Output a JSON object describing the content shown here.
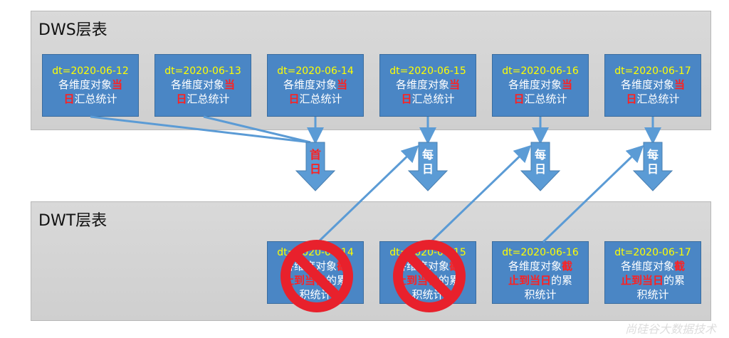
{
  "dws": {
    "title": "DWS层表",
    "boxes": [
      {
        "dt": "dt=2020-06-12",
        "line1": "各维度对象",
        "hl1": "当",
        "hl2": "日",
        "rest": "汇总统计"
      },
      {
        "dt": "dt=2020-06-13",
        "line1": "各维度对象",
        "hl1": "当",
        "hl2": "日",
        "rest": "汇总统计"
      },
      {
        "dt": "dt=2020-06-14",
        "line1": "各维度对象",
        "hl1": "当",
        "hl2": "日",
        "rest": "汇总统计"
      },
      {
        "dt": "dt=2020-06-15",
        "line1": "各维度对象",
        "hl1": "当",
        "hl2": "日",
        "rest": "汇总统计"
      },
      {
        "dt": "dt=2020-06-16",
        "line1": "各维度对象",
        "hl1": "当",
        "hl2": "日",
        "rest": "汇总统计"
      },
      {
        "dt": "dt=2020-06-17",
        "line1": "各维度对象",
        "hl1": "当",
        "hl2": "日",
        "rest": "汇总统计"
      }
    ]
  },
  "dwt": {
    "title": "DWT层表",
    "boxes": [
      {
        "dt": "dt=2020-06-14",
        "line1": "各维度对象",
        "hl1": "截",
        "hl2": "止到当日",
        "rest": "的累",
        "line3": "积统计",
        "crossed": true
      },
      {
        "dt": "dt=2020-06-15",
        "line1": "各维度对象",
        "hl1": "截",
        "hl2": "止到当日",
        "rest": "的累",
        "line3": "积统计",
        "crossed": true
      },
      {
        "dt": "dt=2020-06-16",
        "line1": "各维度对象",
        "hl1": "截",
        "hl2": "止到当日",
        "rest": "的累",
        "line3": "积统计",
        "crossed": false
      },
      {
        "dt": "dt=2020-06-17",
        "line1": "各维度对象",
        "hl1": "截",
        "hl2": "止到当日",
        "rest": "的累",
        "line3": "积统计",
        "crossed": false
      }
    ]
  },
  "arrows": [
    {
      "line1": "首",
      "line2": "日",
      "color": "#ff2020"
    },
    {
      "line1": "每",
      "line2": "日",
      "color": "#ffffff"
    },
    {
      "line1": "每",
      "line2": "日",
      "color": "#ffffff"
    },
    {
      "line1": "每",
      "line2": "日",
      "color": "#ffffff"
    }
  ],
  "watermark": "尚硅谷大数据技术",
  "colors": {
    "box_fill": "#4a86c5",
    "highlight": "#ff2020",
    "date": "#ffff00",
    "no_sign": "#e8212c"
  }
}
